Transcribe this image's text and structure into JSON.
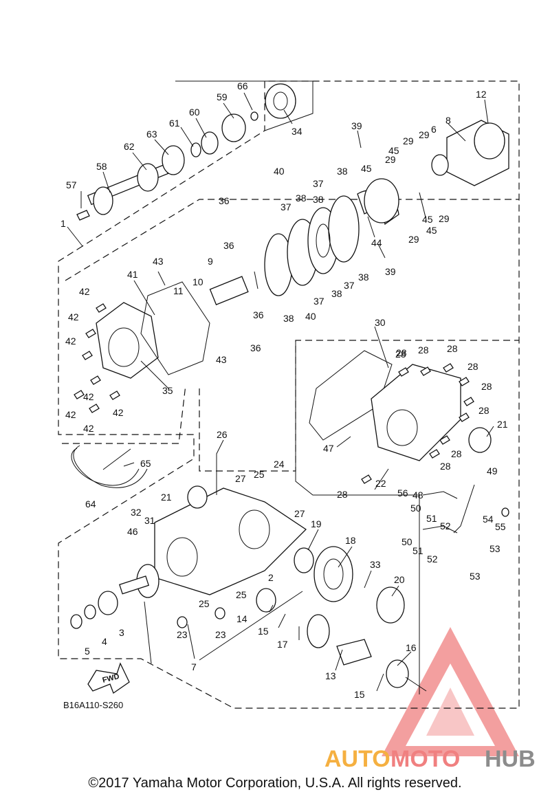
{
  "diagram_code": "B16A110-S260",
  "forward_label": "FWD",
  "copyright": "©2017 Yamaha Motor Corporation, U.S.A. All rights reserved.",
  "watermark": {
    "word1": "AUTO",
    "word2": "MOTO",
    "word3": "HUB",
    "colors": {
      "auto": "#f5b041",
      "moto": "#f08080",
      "hub": "#8c8c8c",
      "triangle": "#f08080"
    }
  },
  "callouts": [
    "1",
    "2",
    "3",
    "4",
    "5",
    "6",
    "7",
    "8",
    "9",
    "10",
    "11",
    "12",
    "13",
    "14",
    "15",
    "15",
    "16",
    "17",
    "18",
    "19",
    "20",
    "21",
    "21",
    "22",
    "23",
    "23",
    "24",
    "25",
    "25",
    "25",
    "26",
    "27",
    "27",
    "28",
    "28",
    "28",
    "28",
    "28",
    "28",
    "28",
    "28",
    "28",
    "28",
    "29",
    "29",
    "29",
    "29",
    "29",
    "30",
    "31",
    "32",
    "33",
    "34",
    "35",
    "36",
    "36",
    "36",
    "36",
    "37",
    "37",
    "37",
    "37",
    "38",
    "38",
    "38",
    "38",
    "38",
    "38",
    "39",
    "39",
    "40",
    "40",
    "41",
    "42",
    "42",
    "42",
    "42",
    "42",
    "42",
    "42",
    "43",
    "43",
    "44",
    "45",
    "45",
    "45",
    "45",
    "46",
    "47",
    "48",
    "49",
    "50",
    "50",
    "51",
    "51",
    "52",
    "52",
    "53",
    "53",
    "54",
    "55",
    "56",
    "57",
    "58",
    "59",
    "60",
    "61",
    "62",
    "63",
    "64",
    "65",
    "66"
  ]
}
